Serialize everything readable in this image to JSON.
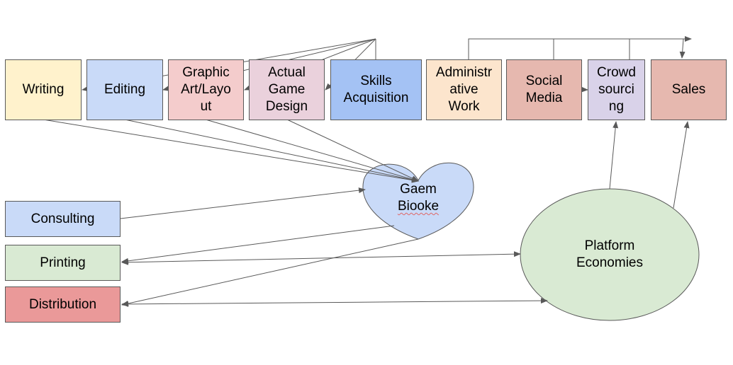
{
  "diagram": {
    "top_row": [
      {
        "id": "writing",
        "label": "Writing",
        "color": "#fff2cc"
      },
      {
        "id": "editing",
        "label": "Editing",
        "color": "#c9daf8"
      },
      {
        "id": "graphic",
        "label": "Graphic Art/Layo ut",
        "color": "#f4cccc"
      },
      {
        "id": "actual",
        "label": "Actual Game Design",
        "color": "#ead1dc"
      },
      {
        "id": "skills",
        "label": "Skills Acquisition",
        "color": "#a4c2f4"
      },
      {
        "id": "admin",
        "label": "Administr ative Work",
        "color": "#fce5cd"
      },
      {
        "id": "social",
        "label": "Social Media",
        "color": "#e6b8af"
      },
      {
        "id": "crowd",
        "label": "Crowd sourci ng",
        "color": "#d9d2e9"
      },
      {
        "id": "sales",
        "label": "Sales",
        "color": "#e6b8af"
      }
    ],
    "left_column": [
      {
        "id": "consulting",
        "label": "Consulting",
        "color": "#c9daf8"
      },
      {
        "id": "printing",
        "label": "Printing",
        "color": "#d9ead3"
      },
      {
        "id": "distribution",
        "label": "Distribution",
        "color": "#ea9999"
      }
    ],
    "heart": {
      "line1": "Gaem",
      "line2": "Biooke",
      "color": "#c9daf8"
    },
    "platform": {
      "line1": "Platform",
      "line2": "Economies",
      "color": "#d9ead3"
    },
    "line_color": "#595959"
  }
}
